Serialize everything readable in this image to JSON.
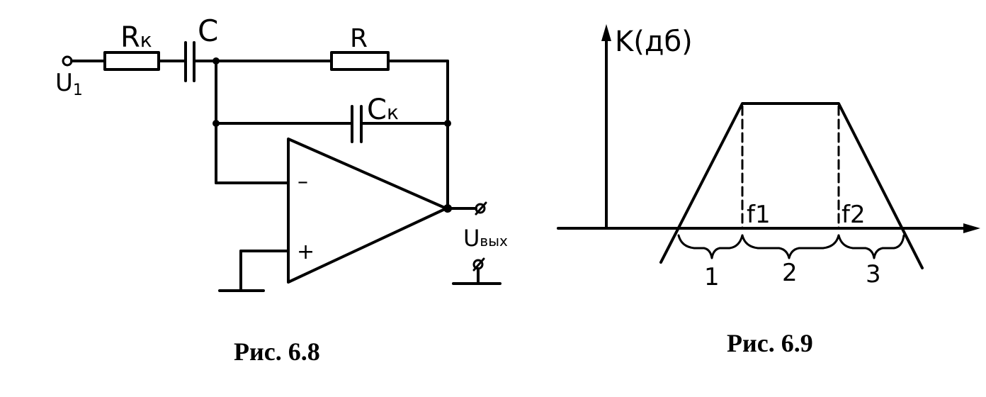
{
  "fig68": {
    "caption": "Рис. 6.8",
    "labels": {
      "rk_main": "R",
      "rk_sub": "к",
      "c": "C",
      "r": "R",
      "ck_main": "C",
      "ck_sub": "к",
      "u1_main": "U",
      "u1_sub": "1",
      "uout_main": "U",
      "uout_sub": "вых",
      "minus": "–",
      "plus": "+"
    }
  },
  "fig69": {
    "caption": "Рис. 6.9",
    "labels": {
      "y_axis": "K(дб)",
      "f1": "f1",
      "f2": "f2",
      "region1": "1",
      "region2": "2",
      "region3": "3"
    }
  }
}
